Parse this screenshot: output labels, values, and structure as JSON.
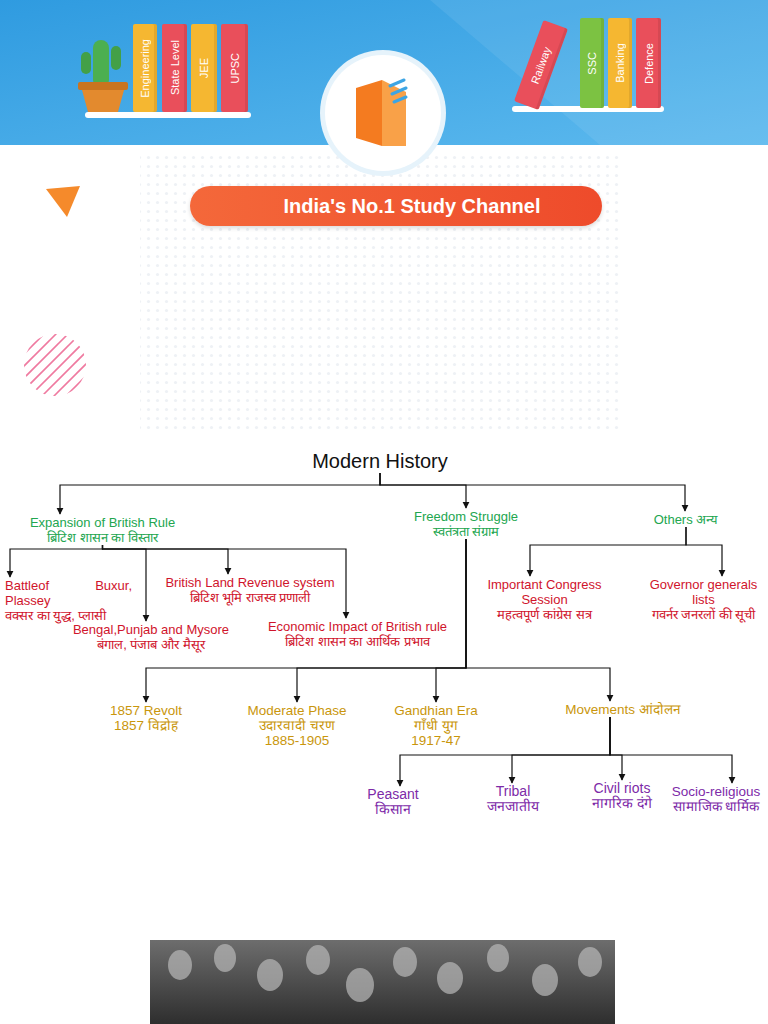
{
  "diagram": {
    "nodes": [
      {
        "text": [
          "Engineering"
        ]
      },
      {
        "text": [
          "State Level"
        ]
      },
      {
        "text": [
          "JEE"
        ]
      },
      {
        "text": [
          "UPSC"
        ]
      },
      {
        "text": [
          "Railway"
        ]
      },
      {
        "text": [
          "SSC"
        ]
      },
      {
        "text": [
          "Banking"
        ]
      },
      {
        "text": [
          "Defence"
        ]
      },
      {
        "text": [
          "India's No.1 Study Channel"
        ]
      },
      {
        "text": [
          "Modern History"
        ]
      },
      {
        "text": [
          "Expansion of British Rule",
          "ब्रिटिश शासन का विस्तार"
        ]
      },
      {
        "text": [
          "Freedom Struggle",
          "स्वतंत्रता संग्राम"
        ]
      },
      {
        "text": [
          "Others अन्य"
        ]
      },
      {
        "text": [
          "Battleof Buxur, Plassey",
          "वक्सर का युद्ध, प्लासी"
        ]
      },
      {
        "text": [
          "Bengal,Punjab and Mysore",
          "बंगाल, पंजाब और मैसूर"
        ]
      },
      {
        "text": [
          "British Land Revenue system",
          "ब्रिटिश भूमि राजस्व प्रणाली"
        ]
      },
      {
        "text": [
          "Economic Impact of British rule",
          "ब्रिटिश शासन का आर्थिक प्रभाव"
        ]
      },
      {
        "text": [
          "Important Congress Session",
          "महत्वपूर्ण कांग्रेस सत्र"
        ]
      },
      {
        "text": [
          "Governor generals lists",
          "गवर्नर जनरलों की सूची"
        ]
      },
      {
        "text": [
          "1857 Revolt",
          "1857 विद्रोह"
        ]
      },
      {
        "text": [
          "Moderate Phase",
          "उदारवादी चरण",
          "1885-1905"
        ]
      },
      {
        "text": [
          "Gandhian Era",
          "गाँधी युग",
          "1917-47"
        ]
      },
      {
        "text": [
          "Movements आंदोलन"
        ]
      },
      {
        "text": [
          "Peasant",
          "किसान"
        ]
      },
      {
        "text": [
          "Tribal",
          "जनजातीय"
        ]
      },
      {
        "text": [
          "Civil riots",
          "नागरिक दंगे"
        ]
      },
      {
        "text": [
          "Socio-religious",
          "सामाजिक धार्मिक"
        ]
      }
    ],
    "edges": [
      {
        "from": 9,
        "to": 10,
        "arrow": "to"
      },
      {
        "from": 9,
        "to": 11,
        "arrow": "to"
      },
      {
        "from": 9,
        "to": 12,
        "arrow": "to"
      },
      {
        "from": 10,
        "to": 13,
        "arrow": "to"
      },
      {
        "from": 10,
        "to": 14,
        "arrow": "to"
      },
      {
        "from": 10,
        "to": 15,
        "arrow": "to"
      },
      {
        "from": 10,
        "to": 16,
        "arrow": "to"
      },
      {
        "from": 12,
        "to": 17,
        "arrow": "to"
      },
      {
        "from": 12,
        "to": 18,
        "arrow": "to"
      },
      {
        "from": 11,
        "to": 19,
        "arrow": "to"
      },
      {
        "from": 11,
        "to": 20,
        "arrow": "to"
      },
      {
        "from": 11,
        "to": 21,
        "arrow": "to"
      },
      {
        "from": 11,
        "to": 22,
        "arrow": "to"
      },
      {
        "from": 22,
        "to": 23,
        "arrow": "to"
      },
      {
        "from": 22,
        "to": 24,
        "arrow": "to"
      },
      {
        "from": 22,
        "to": 25,
        "arrow": "to"
      },
      {
        "from": 22,
        "to": 26,
        "arrow": "to"
      }
    ]
  }
}
